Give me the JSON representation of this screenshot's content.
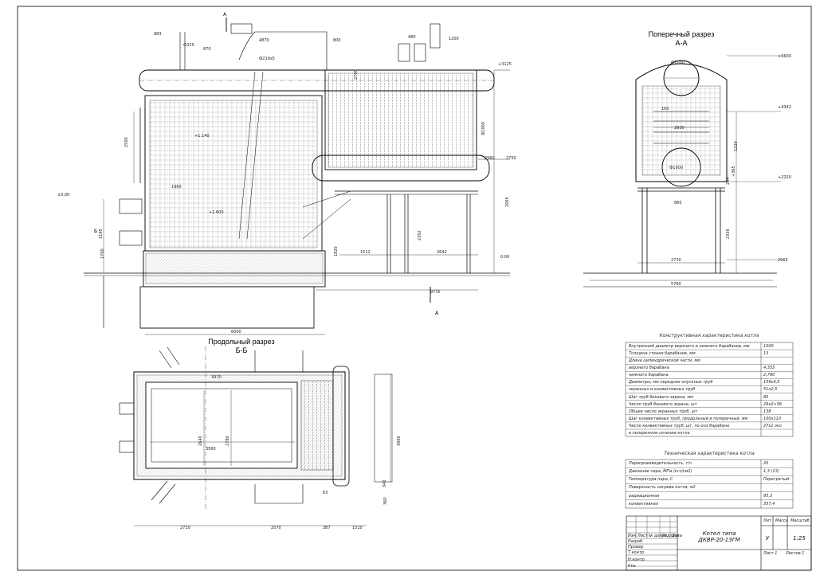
{
  "views": {
    "cross_section_title": "Поперечный разрез",
    "cross_section_sub": "А-А",
    "long_section_title": "Продольный разрез",
    "long_section_sub": "Б-Б",
    "cut_label_a": "А",
    "cut_label_b": "Б"
  },
  "side_view_dims": [
    "983",
    "Ф325",
    "870",
    "4870",
    "Ф219х5",
    "800",
    "480",
    "1200",
    "+3125",
    "2700",
    "Ф1000",
    "2750",
    "2960",
    "2065",
    "+1.140",
    "1960",
    "+1.600",
    "±0,00",
    "2500",
    "1195",
    "1700",
    "1820",
    "2302",
    "1512",
    "2642",
    "9735",
    "6000",
    "0.00"
  ],
  "cross_view_dims": [
    "+6600",
    "+4342",
    "+2220",
    "2930",
    "Ф1000",
    "1220",
    "2730",
    "5760",
    "860",
    "2330",
    "2965",
    "100",
    "Ф1000",
    "244",
    "+365"
  ],
  "long_view_dims": [
    "2640",
    "2780",
    "3900",
    "3970",
    "3560",
    "2710",
    "2570",
    "387",
    "1510",
    "340",
    "63",
    "360"
  ],
  "construction_table": {
    "title": "Конструктивная характеристика котла",
    "rows": [
      {
        "label": "Внутренний диаметр верхнего и нижнего барабанов, мм",
        "value": "1000"
      },
      {
        "label": "Толщина стенки барабанов, мм",
        "value": "13"
      },
      {
        "label": "Длина цилиндрической части, мм",
        "value": ""
      },
      {
        "label": "верхнего барабана",
        "value": "4,355"
      },
      {
        "label": "нижнего барабана",
        "value": "2,790"
      },
      {
        "label": "Диаметры, мм передних опускных труб",
        "value": "159х4,5"
      },
      {
        "label": "экранных и конвективных труб",
        "value": "51х2,5"
      },
      {
        "label": "Шаг труб бокового экрана, мм",
        "value": "80"
      },
      {
        "label": "Число труб бокового экрана, шт",
        "value": "29х2+56"
      },
      {
        "label": "Общее число экранных труб, шт",
        "value": "138"
      },
      {
        "label": "Шаг конвективных труб, продольный и поперечный, мм",
        "value": "100х110"
      },
      {
        "label": "Число конвективных труб, шт, по оси барабана",
        "value": "27х1 эко"
      },
      {
        "label": "в поперечном сечении котла",
        "value": ""
      }
    ]
  },
  "technical_table": {
    "title": "Техническая характеристика котла",
    "rows": [
      {
        "label": "Паропроизводительность, т/ч",
        "value": "20"
      },
      {
        "label": "Давление пара, МПа (кгс/см2)",
        "value": "1,3 (13)"
      },
      {
        "label": "Температура пара, С",
        "value": "Перегретый"
      },
      {
        "label": "Поверхность нагрева котла, м2",
        "value": ""
      },
      {
        "label": "радиационная",
        "value": "95,3"
      },
      {
        "label": "конвективная",
        "value": "357,4"
      }
    ]
  },
  "title_block": {
    "doc_name_line1": "Котел типа",
    "doc_name_line2": "ДКВР-20-13ГМ",
    "hdr_lit": "Лит",
    "hdr_mass": "Масса",
    "hdr_scale": "Масштаб",
    "lit_value": "У",
    "scale_value": "1:25",
    "sheet": "Лист 1",
    "sheets": "Листов 1",
    "col_izm": "Изм",
    "col_list": "Лист",
    "col_doc": "№ докум.",
    "col_sign": "Подпись",
    "col_date": "Дата",
    "role_dev": "Разраб.",
    "role_check": "Провер.",
    "role_tcontr": "Т.контр.",
    "role_ncontr": "Н.контр.",
    "role_appr": "Утв."
  }
}
